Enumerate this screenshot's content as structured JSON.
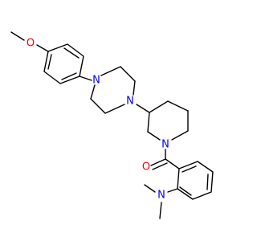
{
  "molecule": {
    "atoms": {
      "o_methoxy": "O",
      "n_pip_top": "N",
      "n_pip_bottom": "N",
      "n_piperidine": "N",
      "o_carbonyl": "O",
      "n_dimethylamino": "N"
    }
  },
  "colors": {
    "bond": "#000000",
    "nitrogen": "#0000ff",
    "oxygen": "#ff0000",
    "background": "#ffffff"
  }
}
